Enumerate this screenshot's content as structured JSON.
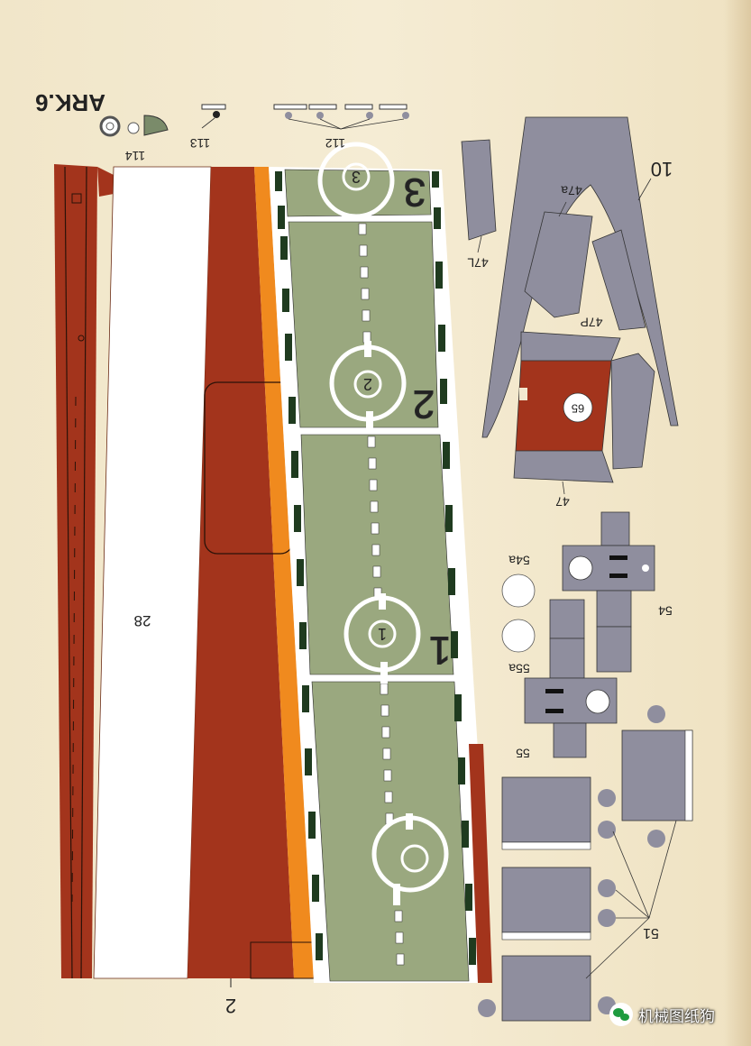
{
  "sheet": {
    "title": "ARK.6",
    "labels": {
      "p10": "10",
      "p47": "47",
      "p47a": "47a",
      "p47p": "47P",
      "p47l": "47L",
      "p65": "65",
      "p54": "54",
      "p54a": "54a",
      "p55": "55",
      "p55a": "55a",
      "p51": "51",
      "p28": "28",
      "p2": "2",
      "p112": "112",
      "p113": "113",
      "p114": "114",
      "deck_numbers": [
        "3",
        "2",
        "1"
      ]
    },
    "watermark": "机械图纸狗"
  },
  "colors": {
    "deck_green": "#9aa87f",
    "hull_red": "#a3341c",
    "orange": "#f08a1e",
    "grey": "#8f8e9e",
    "paper": "#f3e9cf"
  }
}
